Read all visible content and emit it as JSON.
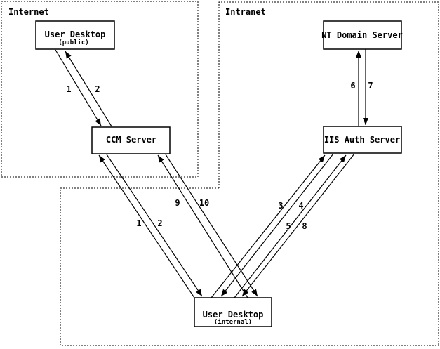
{
  "diagram": {
    "colors": {
      "line": "#000000",
      "background": "#ffffff"
    },
    "zones": {
      "internet": {
        "label": "Internet"
      },
      "intranet": {
        "label": "Intranet"
      }
    },
    "nodes": {
      "user_desktop_public": {
        "title": "User Desktop",
        "subtitle": "(public)"
      },
      "ccm_server": {
        "title": "CCM Server"
      },
      "nt_domain_server": {
        "title": "NT Domain Server"
      },
      "iis_auth_server": {
        "title": "IIS Auth Server"
      },
      "user_desktop_internal": {
        "title": "User Desktop",
        "subtitle": "(internal)"
      }
    },
    "edges": [
      {
        "label": "1",
        "from": "user_desktop_public",
        "to": "ccm_server"
      },
      {
        "label": "2",
        "from": "ccm_server",
        "to": "user_desktop_public"
      },
      {
        "label": "1",
        "from": "user_desktop_internal",
        "to": "ccm_server"
      },
      {
        "label": "2",
        "from": "ccm_server",
        "to": "user_desktop_internal"
      },
      {
        "label": "9",
        "from": "user_desktop_internal",
        "to": "ccm_server"
      },
      {
        "label": "10",
        "from": "ccm_server",
        "to": "user_desktop_internal"
      },
      {
        "label": "3",
        "from": "user_desktop_internal",
        "to": "iis_auth_server"
      },
      {
        "label": "4",
        "from": "iis_auth_server",
        "to": "user_desktop_internal"
      },
      {
        "label": "5",
        "from": "user_desktop_internal",
        "to": "iis_auth_server"
      },
      {
        "label": "8",
        "from": "iis_auth_server",
        "to": "user_desktop_internal"
      },
      {
        "label": "6",
        "from": "iis_auth_server",
        "to": "nt_domain_server"
      },
      {
        "label": "7",
        "from": "nt_domain_server",
        "to": "iis_auth_server"
      }
    ]
  }
}
